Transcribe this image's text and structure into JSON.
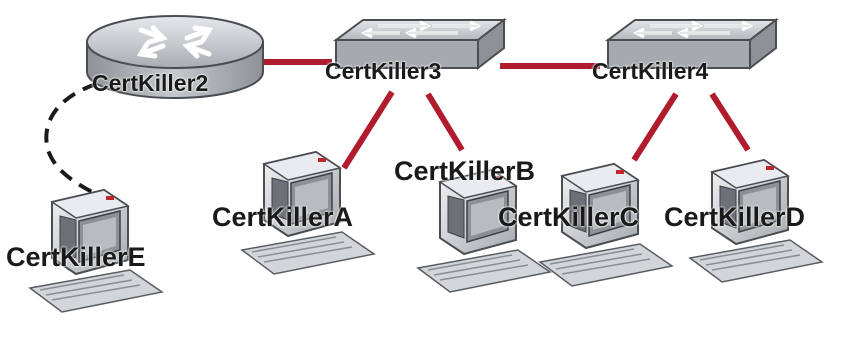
{
  "devices": {
    "router": {
      "label": "CertKiller2",
      "icon": "router-icon"
    },
    "switch_left": {
      "label": "CertKiller3",
      "icon": "switch-icon"
    },
    "switch_right": {
      "label": "CertKiller4",
      "icon": "switch-icon"
    },
    "pc_a": {
      "label": "CertKillerA",
      "icon": "computer-icon"
    },
    "pc_b": {
      "label": "CertKillerB",
      "icon": "computer-icon"
    },
    "pc_c": {
      "label": "CertKillerC",
      "icon": "computer-icon"
    },
    "pc_d": {
      "label": "CertKillerD",
      "icon": "computer-icon"
    },
    "pc_e": {
      "label": "CertKillerE",
      "icon": "computer-icon"
    }
  },
  "colors": {
    "ethernet_link": "#b01c2e",
    "serial_link": "#1a1a1a",
    "device_gray": "#b9bcc1"
  }
}
